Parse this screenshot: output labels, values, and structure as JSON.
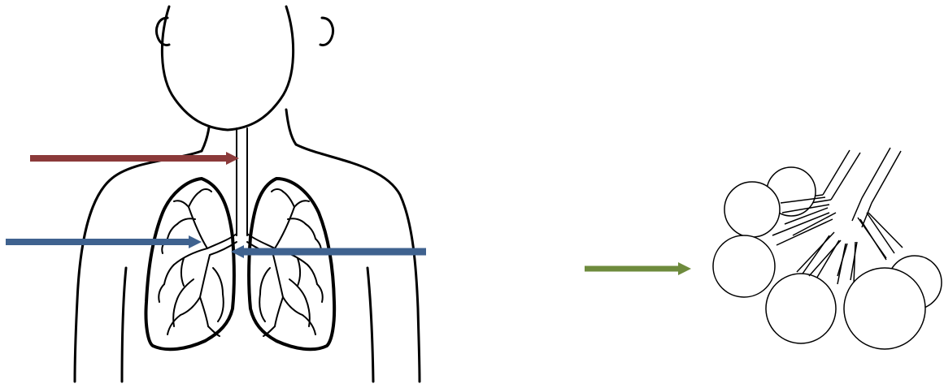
{
  "diagram": {
    "subject": "respiratory-system",
    "arrows": [
      {
        "id": "trachea-pointer",
        "color": "#8b3a3a"
      },
      {
        "id": "left-bronchus-pointer",
        "color": "#3f628f"
      },
      {
        "id": "right-bronchus-pointer",
        "color": "#3f628f"
      },
      {
        "id": "zoom-to-alveoli-arrow",
        "color": "#6e8b3d"
      }
    ],
    "colors": {
      "outline": "#000000",
      "background": "#ffffff"
    }
  }
}
